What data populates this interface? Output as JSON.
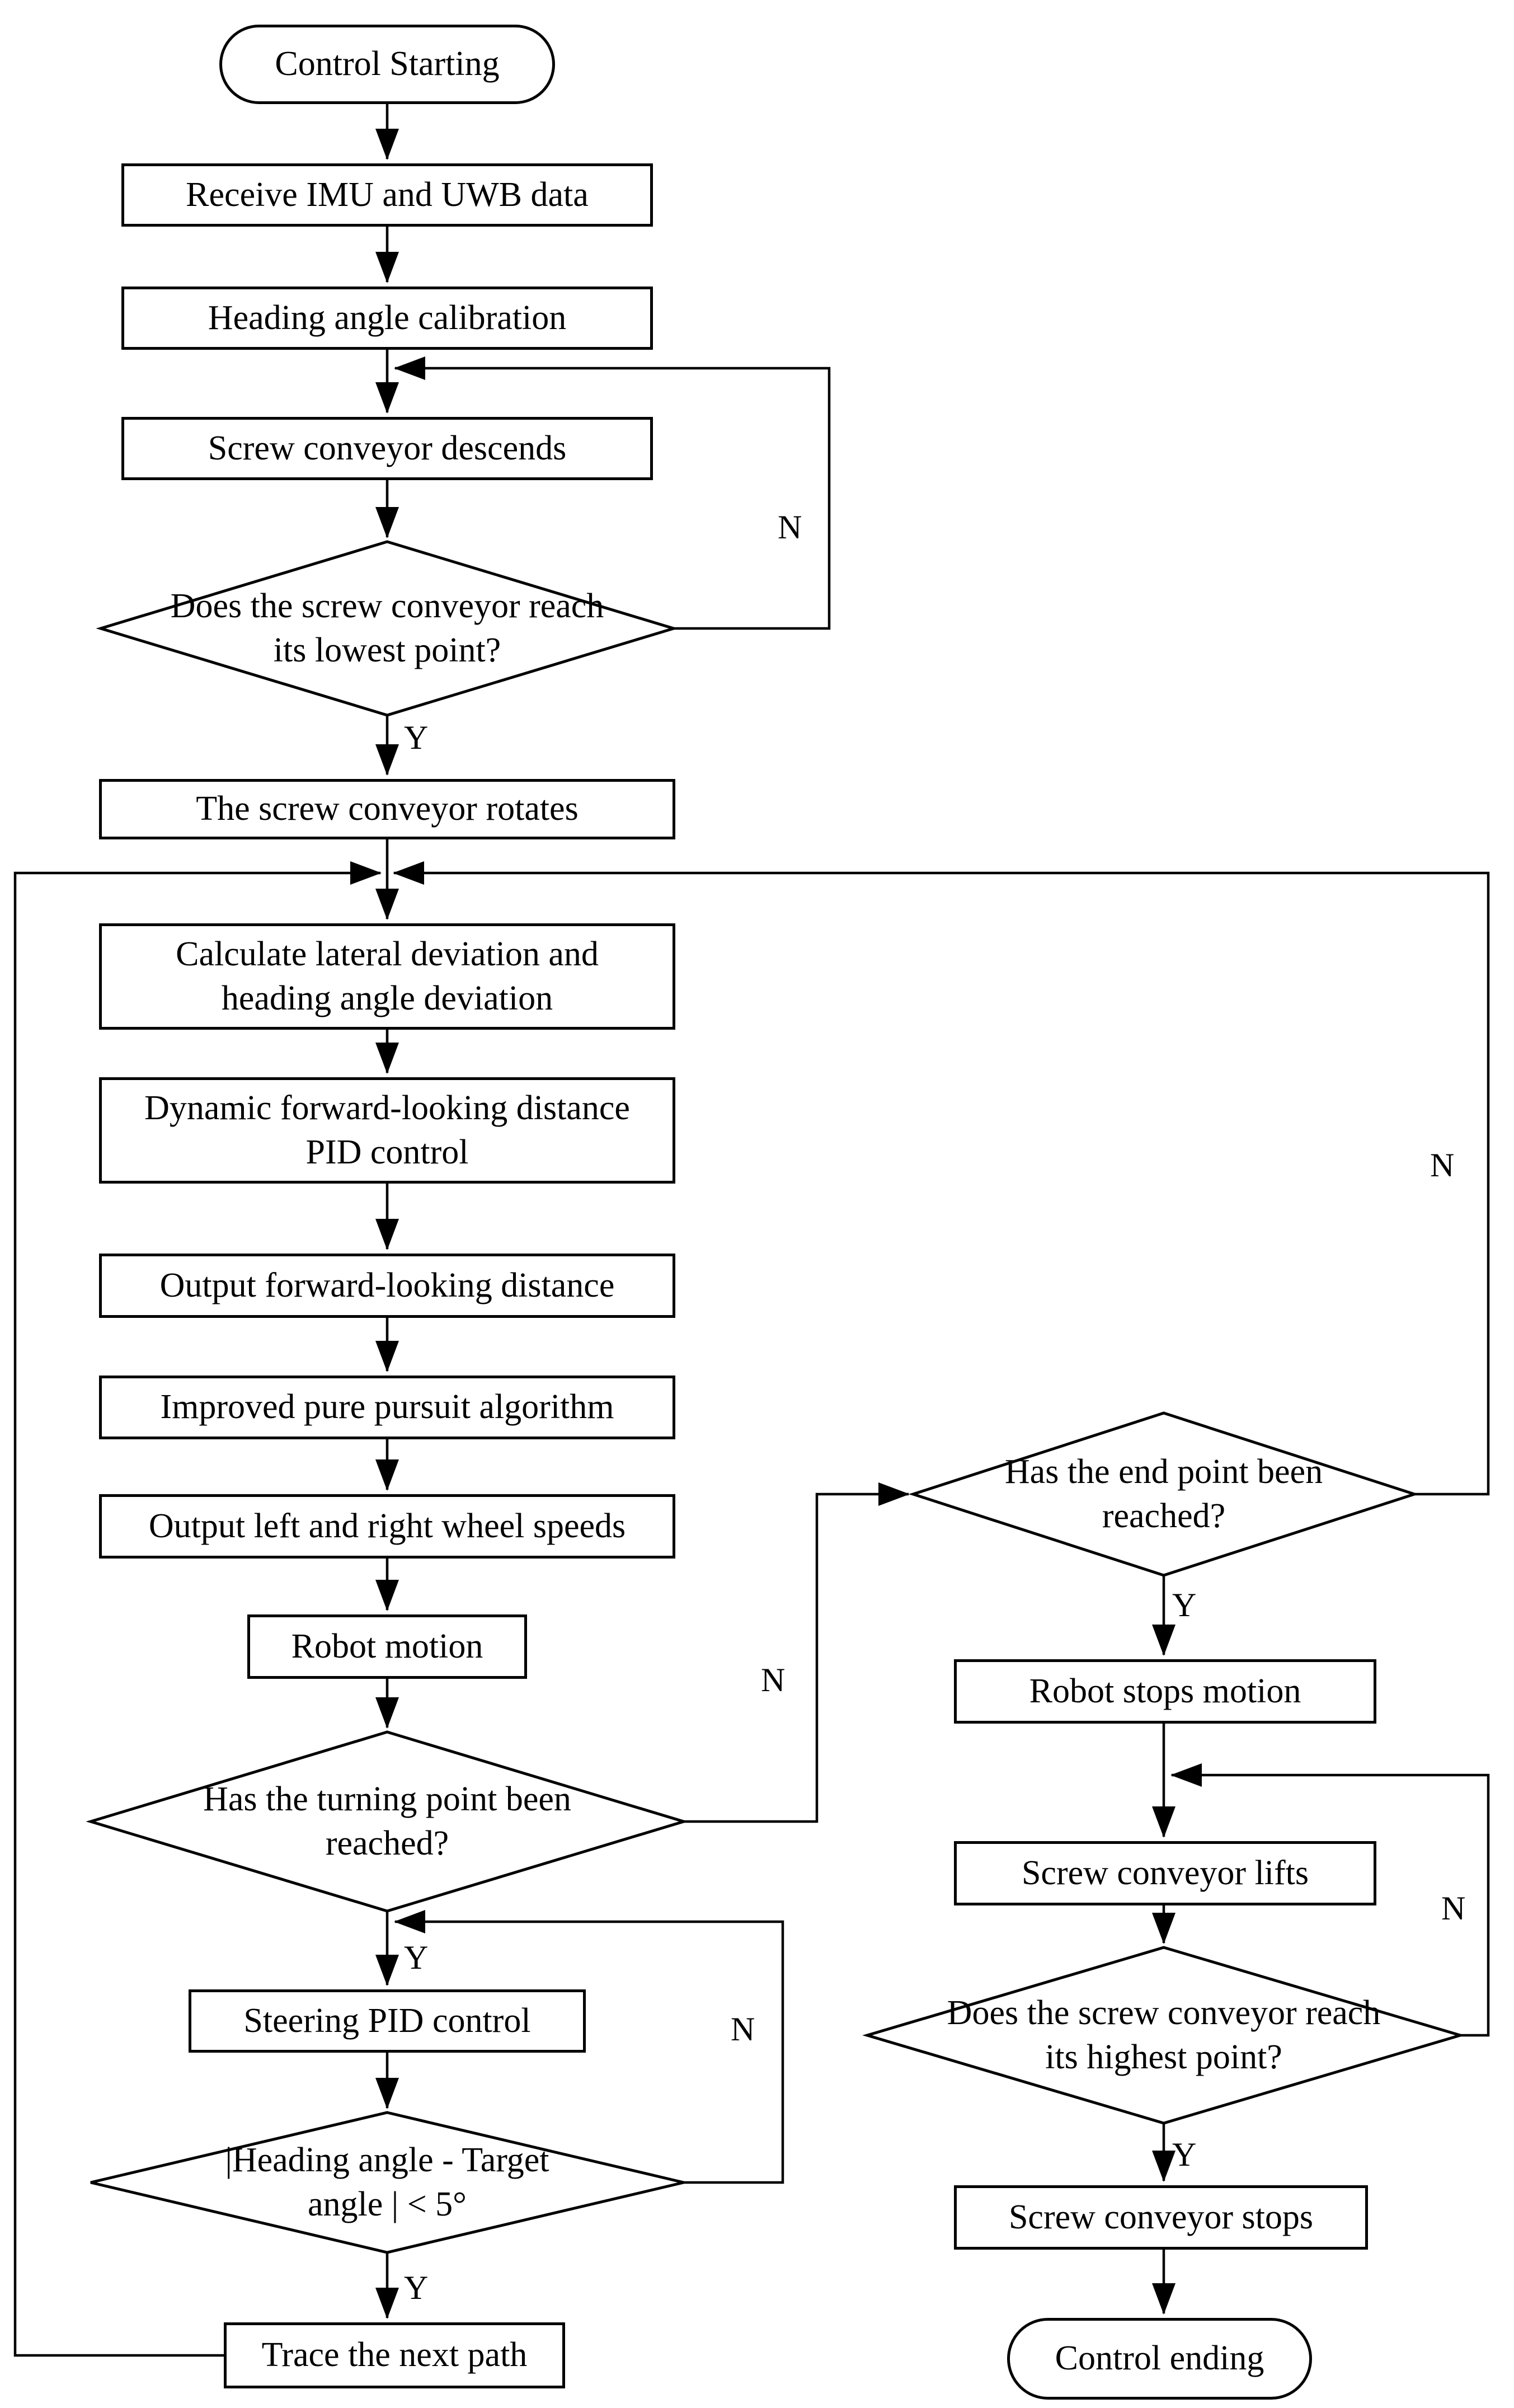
{
  "diagram_type": "flowchart",
  "edge_labels": {
    "yes": "Y",
    "no": "N"
  },
  "nodes": {
    "start": {
      "type": "terminator",
      "label": "Control Starting"
    },
    "receive": {
      "type": "process",
      "label": "Receive IMU and UWB data"
    },
    "heading": {
      "type": "process",
      "label": "Heading angle calibration"
    },
    "descends": {
      "type": "process",
      "label": "Screw conveyor descends"
    },
    "d_lowest": {
      "type": "decision",
      "lines": [
        "Does the screw conveyor reach",
        "its lowest point?"
      ]
    },
    "rotates": {
      "type": "process",
      "label": "The screw conveyor rotates"
    },
    "calculate": {
      "type": "process",
      "lines": [
        "Calculate lateral deviation and",
        "heading angle deviation"
      ]
    },
    "dynamic": {
      "type": "process",
      "lines": [
        "Dynamic forward-looking distance",
        "PID control"
      ]
    },
    "output_fld": {
      "type": "process",
      "label": "Output forward-looking distance"
    },
    "improved": {
      "type": "process",
      "label": "Improved pure pursuit algorithm"
    },
    "output_speeds": {
      "type": "process",
      "label": "Output left and right wheel speeds"
    },
    "robot_motion": {
      "type": "process",
      "label": "Robot motion"
    },
    "d_turning": {
      "type": "decision",
      "lines": [
        "Has the turning point been",
        "reached?"
      ]
    },
    "steering": {
      "type": "process",
      "label": "Steering PID control"
    },
    "d_angle": {
      "type": "decision",
      "lines": [
        "|Heading angle - Target",
        "angle | < 5°"
      ]
    },
    "trace": {
      "type": "process",
      "label": "Trace the next path"
    },
    "d_end": {
      "type": "decision",
      "lines": [
        "Has the end point been",
        "reached?"
      ]
    },
    "robot_stops": {
      "type": "process",
      "label": "Robot stops motion"
    },
    "lifts": {
      "type": "process",
      "label": "Screw conveyor lifts"
    },
    "d_highest": {
      "type": "decision",
      "lines": [
        "Does the screw conveyor reach",
        "its highest point?"
      ]
    },
    "stops": {
      "type": "process",
      "label": "Screw conveyor stops"
    },
    "ending": {
      "type": "terminator",
      "label": "Control ending"
    }
  },
  "edges": [
    {
      "from": "start",
      "to": "receive",
      "label": ""
    },
    {
      "from": "receive",
      "to": "heading",
      "label": ""
    },
    {
      "from": "heading",
      "to": "descends",
      "label": ""
    },
    {
      "from": "descends",
      "to": "d_lowest",
      "label": ""
    },
    {
      "from": "d_lowest",
      "to": "descends",
      "label": "N"
    },
    {
      "from": "d_lowest",
      "to": "rotates",
      "label": "Y"
    },
    {
      "from": "rotates",
      "to": "calculate",
      "label": ""
    },
    {
      "from": "calculate",
      "to": "dynamic",
      "label": ""
    },
    {
      "from": "dynamic",
      "to": "output_fld",
      "label": ""
    },
    {
      "from": "output_fld",
      "to": "improved",
      "label": ""
    },
    {
      "from": "improved",
      "to": "output_speeds",
      "label": ""
    },
    {
      "from": "output_speeds",
      "to": "robot_motion",
      "label": ""
    },
    {
      "from": "robot_motion",
      "to": "d_turning",
      "label": ""
    },
    {
      "from": "d_turning",
      "to": "d_end",
      "label": "N"
    },
    {
      "from": "d_turning",
      "to": "steering",
      "label": "Y"
    },
    {
      "from": "steering",
      "to": "d_angle",
      "label": ""
    },
    {
      "from": "d_angle",
      "to": "steering",
      "label": "N"
    },
    {
      "from": "d_angle",
      "to": "trace",
      "label": "Y"
    },
    {
      "from": "trace",
      "to": "calculate",
      "label": ""
    },
    {
      "from": "d_end",
      "to": "calculate",
      "label": "N"
    },
    {
      "from": "d_end",
      "to": "robot_stops",
      "label": "Y"
    },
    {
      "from": "robot_stops",
      "to": "lifts",
      "label": ""
    },
    {
      "from": "lifts",
      "to": "d_highest",
      "label": ""
    },
    {
      "from": "d_highest",
      "to": "lifts",
      "label": "N"
    },
    {
      "from": "d_highest",
      "to": "stops",
      "label": "Y"
    },
    {
      "from": "stops",
      "to": "ending",
      "label": ""
    }
  ]
}
